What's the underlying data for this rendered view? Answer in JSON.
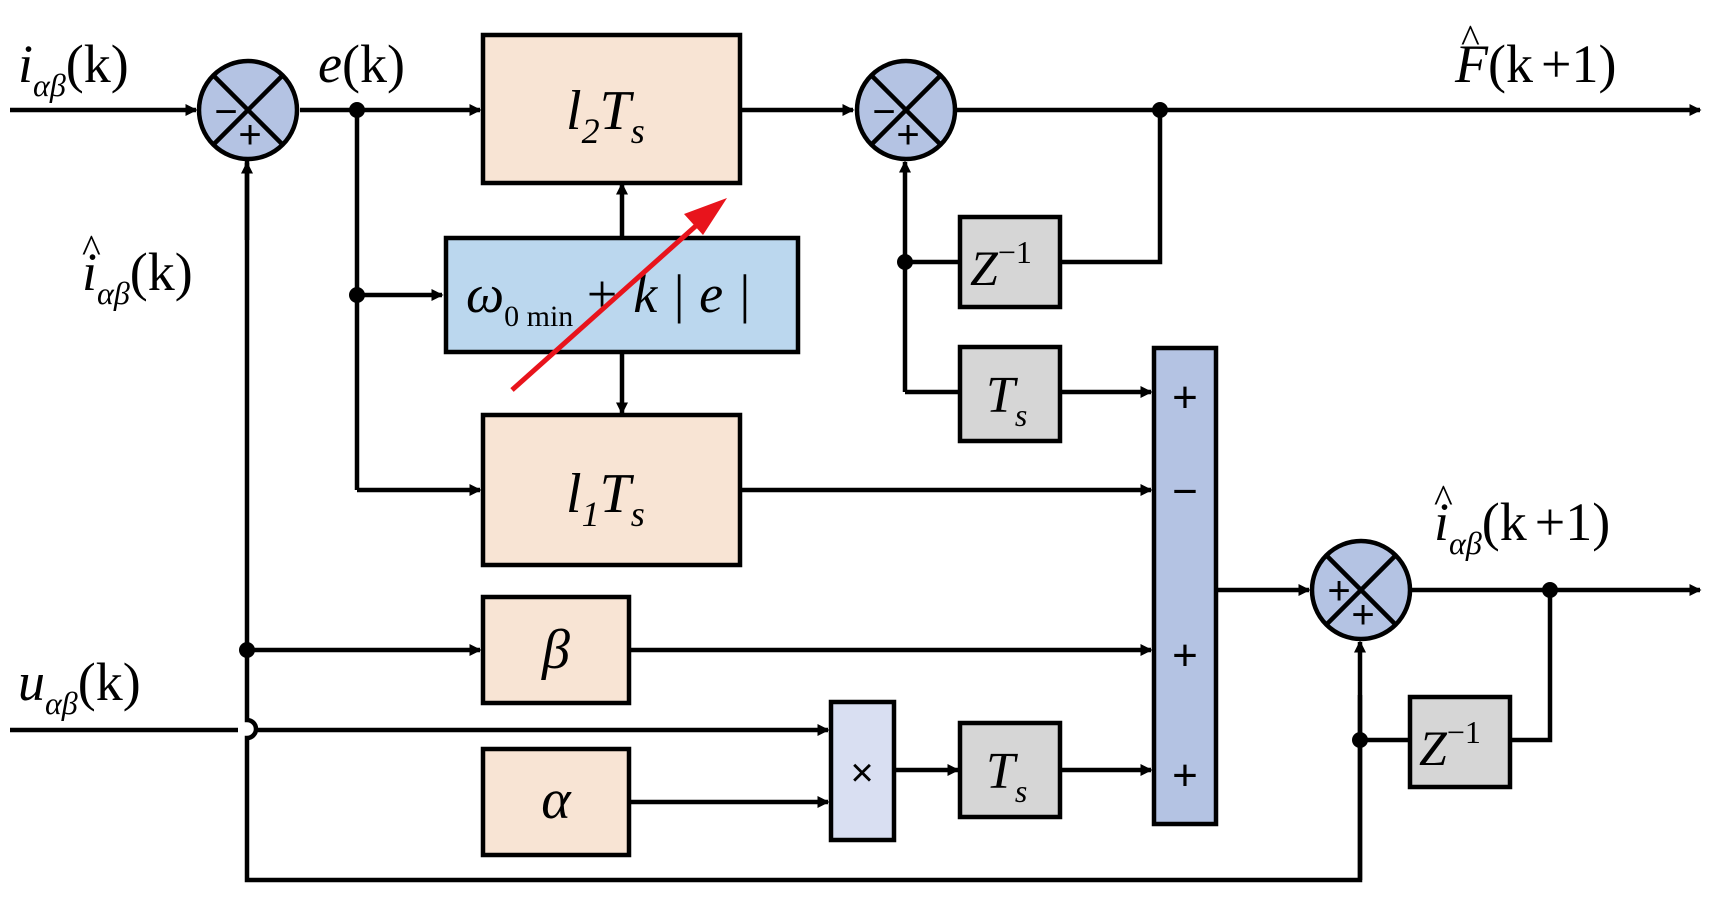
{
  "colors": {
    "block_peach": "#F8E4D4",
    "block_blue": "#BBD7EE",
    "block_gray": "#D6D6D6",
    "summer_fill": "#B4C3E3",
    "sum_bar_fill": "#B4C3E3",
    "multiplier_fill": "#D9DFF2",
    "highlight_arrow": "#E8141C"
  },
  "signals": {
    "i_in": {
      "base": "i",
      "sub": "αβ",
      "arg": "(k)"
    },
    "e": {
      "base": "e",
      "arg": "(k)"
    },
    "f_out": {
      "base": "F",
      "hat": "^",
      "arg": "(k",
      "op": "+1)"
    },
    "i_hat": {
      "base": "i",
      "hat": "^",
      "sub": "αβ",
      "arg": "(k)"
    },
    "u_in": {
      "base": "u",
      "sub": "αβ",
      "arg": "(k)"
    },
    "i_hat_next": {
      "base": "i",
      "hat": "^",
      "sub": "αβ",
      "arg": "(k",
      "op": "+1)"
    }
  },
  "blocks": {
    "l2ts": {
      "base": "l",
      "sub": "2",
      "base2": "T",
      "sub2": "s"
    },
    "l1ts": {
      "base": "l",
      "sub": "1",
      "base2": "T",
      "sub2": "s"
    },
    "omega": {
      "base": "ω",
      "sub": "0 min",
      "rest": "+ k | e |"
    },
    "beta": {
      "label": "β"
    },
    "alpha": {
      "label": "α"
    },
    "z_top": {
      "base": "Z",
      "sup": "−1"
    },
    "z_bottom": {
      "base": "Z",
      "sup": "−1"
    },
    "ts_mid": {
      "base": "T",
      "sub": "s"
    },
    "ts_bottom": {
      "base": "T",
      "sub": "s"
    },
    "multiplier": {
      "label": "×"
    }
  },
  "summers": {
    "s1": {
      "top": "−",
      "bottom": "+"
    },
    "s2": {
      "top": "−",
      "bottom": "+"
    },
    "s3": {
      "left": "+",
      "bottom": "+"
    }
  },
  "sum_bar": {
    "signs": [
      "+",
      "−",
      "+",
      "+"
    ]
  }
}
